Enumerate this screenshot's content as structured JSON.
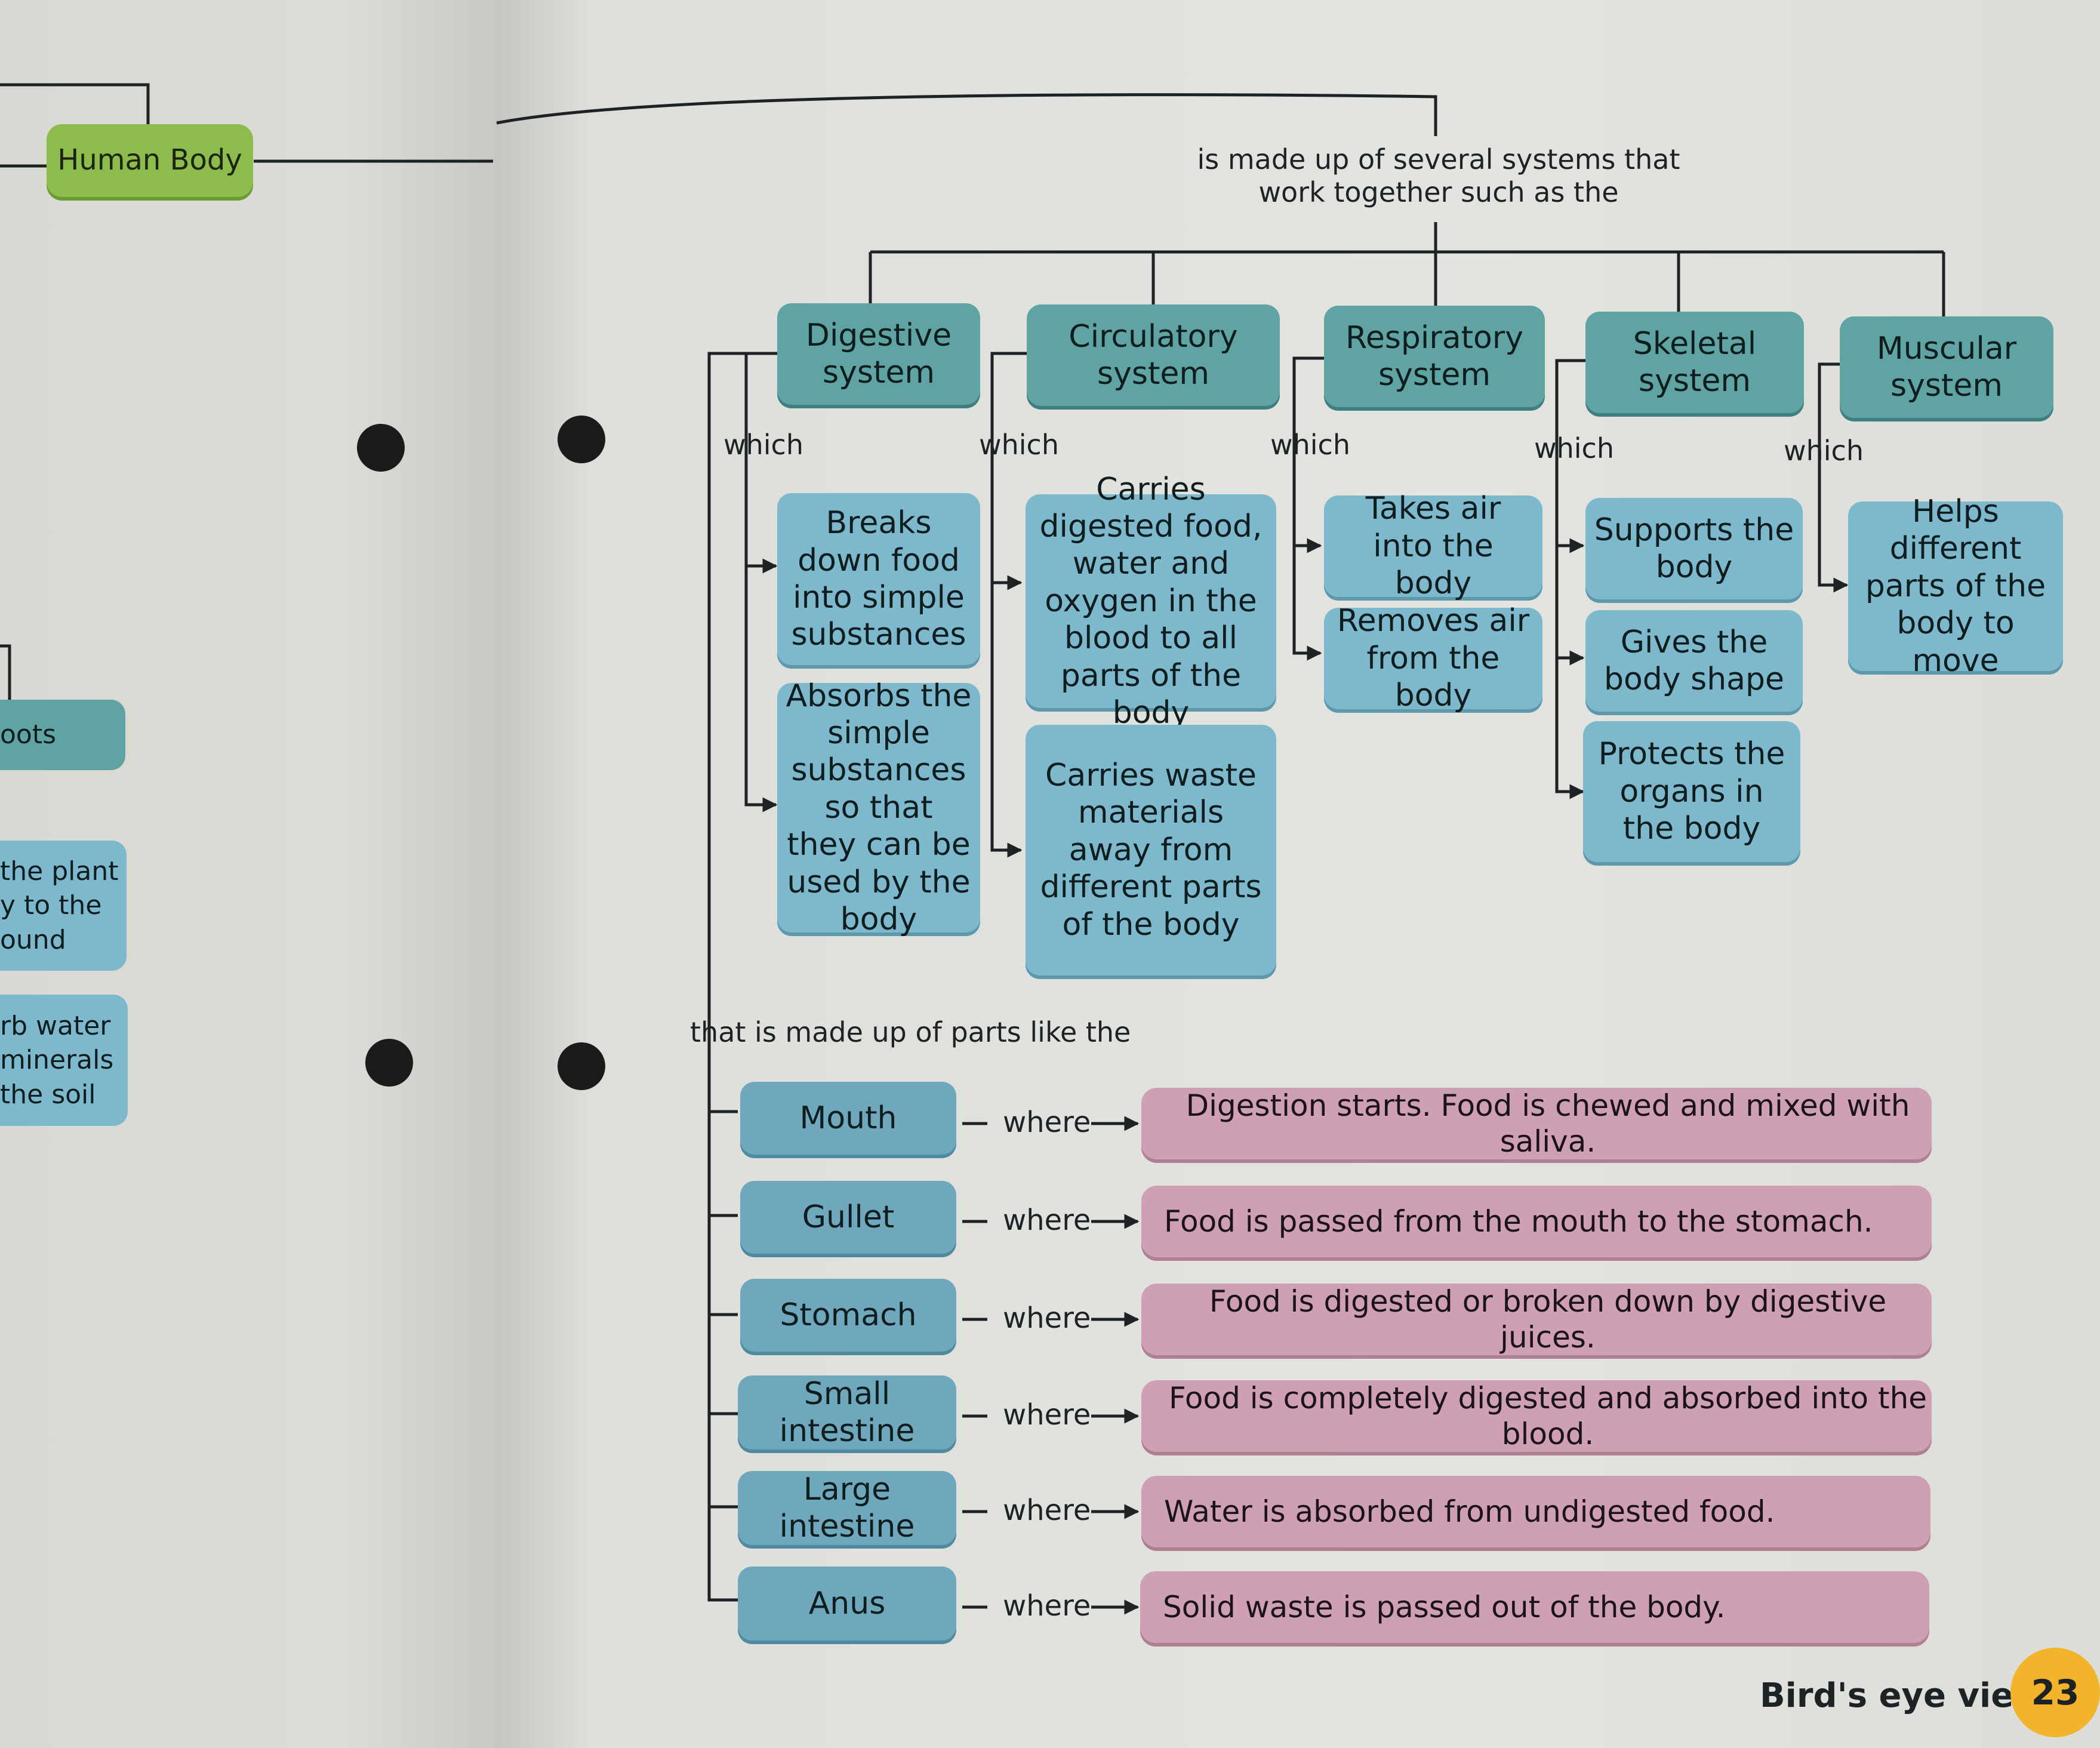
{
  "left_page": {
    "human_body_label": "Human Body",
    "roots_fragment": "oots",
    "plant_fragment_lines": [
      "the plant",
      "y to the",
      "ound"
    ],
    "water_fragment_lines": [
      "rb water",
      "minerals",
      "the soil"
    ]
  },
  "intro_text_lines": [
    "is made up of several systems that",
    "work together such as the"
  ],
  "which_label": "which",
  "systems": [
    {
      "name": "Digestive system",
      "functions": [
        "Breaks down food into simple substances",
        "Absorbs the simple substances so that they can be used by the body"
      ]
    },
    {
      "name": "Circulatory system",
      "functions": [
        "Carries digested food, water and oxygen in the blood to all parts of the body",
        "Carries waste materials away from different parts of the body"
      ]
    },
    {
      "name": "Respiratory system",
      "functions": [
        "Takes air into the body",
        "Removes air from the body"
      ]
    },
    {
      "name": "Skeletal system",
      "functions": [
        "Supports the body",
        "Gives the body shape",
        "Protects the organs in the body"
      ]
    },
    {
      "name": "Muscular system",
      "functions": [
        "Helps different parts of the body to move"
      ]
    }
  ],
  "parts_intro": "that is made up of parts like the",
  "where_label": "where",
  "parts": [
    {
      "name": "Mouth",
      "description": "Digestion starts. Food is chewed and mixed with saliva."
    },
    {
      "name": "Gullet",
      "description": "Food is passed from the mouth to the stomach."
    },
    {
      "name": "Stomach",
      "description": "Food is digested or broken down by digestive juices."
    },
    {
      "name": "Small intestine",
      "description": "Food is completely digested and absorbed into the blood."
    },
    {
      "name": "Large intestine",
      "description": "Water is absorbed from undigested food."
    },
    {
      "name": "Anus",
      "description": "Solid waste is passed out of the body."
    }
  ],
  "footer": {
    "title": "Bird's eye view",
    "page_number": "23"
  },
  "colors": {
    "system": "#5fa3a2",
    "function": "#7eb8cd",
    "part": "#6fa8bd",
    "description": "#cf9fb3",
    "green": "#8dbb4c",
    "badge": "#f1b42b"
  }
}
